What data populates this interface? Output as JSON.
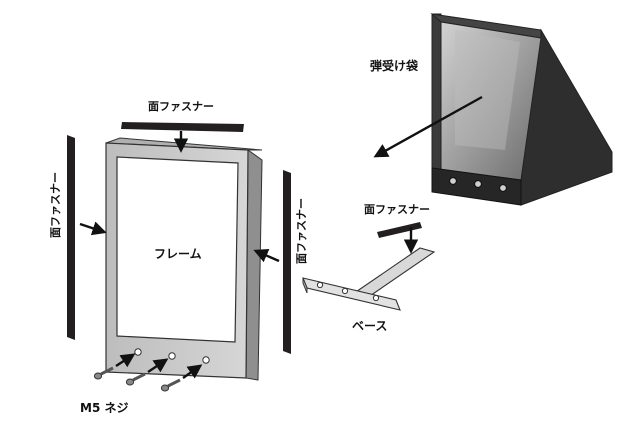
{
  "labels": {
    "tape_top": "面ファスナー",
    "tape_left": "面ファスナー",
    "tape_right": "面ファスナー",
    "tape_base": "面ファスナー",
    "frame": "フレーム",
    "bullet_bag": "弾受け袋",
    "base": "ベース",
    "screws": "M5 ネジ"
  },
  "icons": {
    "arrow": "arrow-icon",
    "screw": "screw-icon"
  },
  "colors": {
    "frame_outer": "#c9c9c9",
    "frame_outline": "#333333",
    "tape": "#231f20",
    "bag_dark": "#3a3a3a",
    "bag_side": "#2a2a2a",
    "bag_inner": "#a8a8a8",
    "base_plate": "#d8d8d8"
  }
}
